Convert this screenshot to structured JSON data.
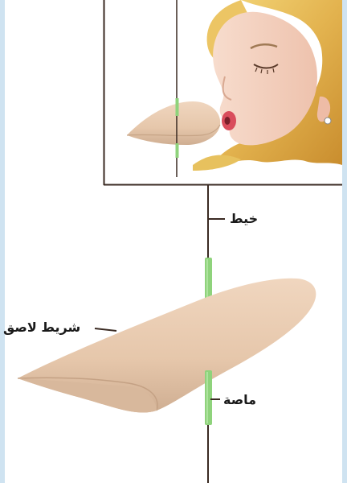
{
  "labels": {
    "thread": "خيط",
    "tape": "شريط لاصق",
    "straw": "ماصة"
  },
  "colors": {
    "background_border": "#cfe3f1",
    "frame": "#3a2a22",
    "thread": "#3a2a22",
    "straw": "#8fd37c",
    "wing": "#e8cbb1",
    "wing_shadow": "#cdae93",
    "hair": "#e7c15e",
    "skin": "#f3d2c1",
    "lips": "#d94d5c"
  },
  "icons": {
    "illustration": "girl-blowing-icon"
  }
}
